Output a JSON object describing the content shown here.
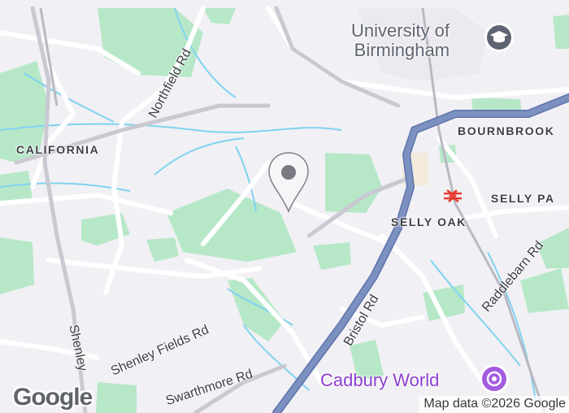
{
  "map": {
    "colors": {
      "background": "#f1f0f4",
      "park": "#b6e8c8",
      "water": "#7fd3f0",
      "major_road": "#7d91c0",
      "road": "#ffffff",
      "poi_university": "#5e6471",
      "poi_attraction": "#8d3fd0"
    },
    "areas": {
      "california": "CALIFORNIA",
      "bournbrook": "BOURNBROOK",
      "selly_oak": "SELLY OAK",
      "selly_park": "SELLY PA"
    },
    "roads": {
      "northfield": "Northfield Rd",
      "bristol": "Bristol Rd",
      "shenley_fields": "Shenley Fields Rd",
      "shenley": "Shenley",
      "swarthmore": "Swarthmore Rd",
      "raddlebarn": "Raddlebarn Rd"
    },
    "pois": {
      "university_line1": "University of",
      "university_line2": "Birmingham",
      "university_icon": "graduation-cap-icon",
      "cadbury": "Cadbury World",
      "cadbury_icon": "attraction-star-icon"
    },
    "marker_icon": "map-pin-icon",
    "rail_icon": "national-rail-icon",
    "logo": "Google",
    "attribution": "Map data ©2026 Google"
  }
}
